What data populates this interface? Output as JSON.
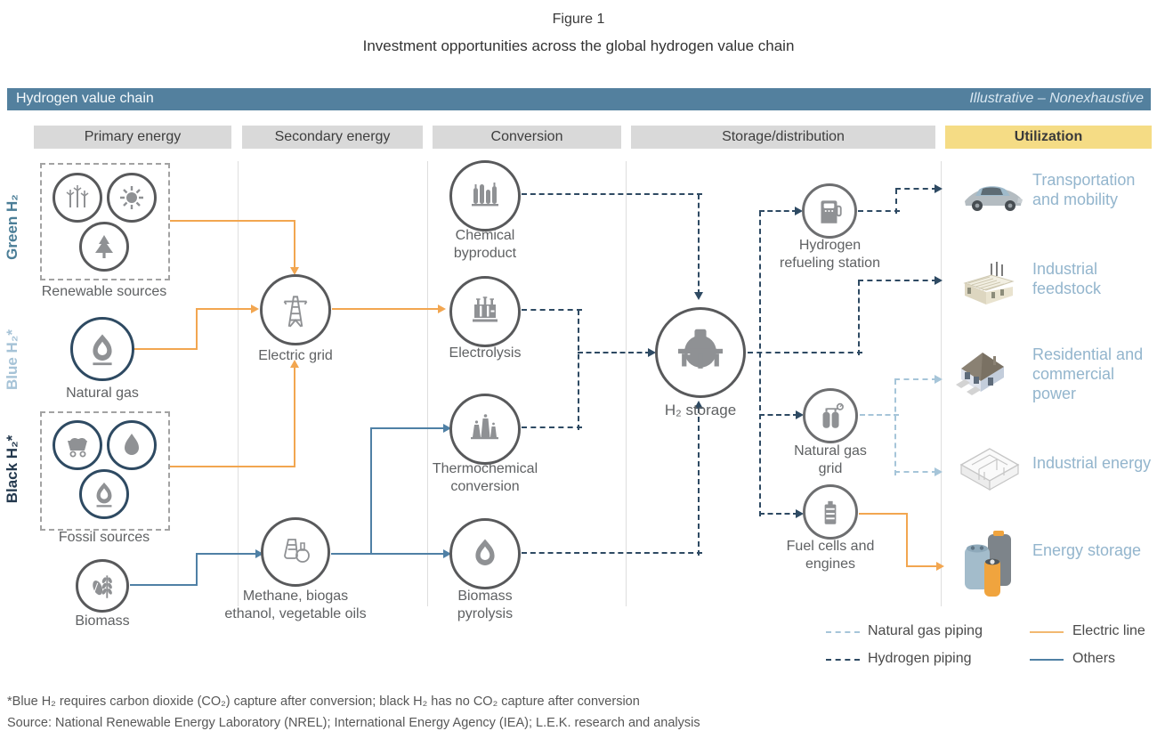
{
  "figure": {
    "label": "Figure 1",
    "title": "Investment opportunities across the global hydrogen value chain"
  },
  "banner": {
    "title": "Hydrogen value chain",
    "tag": "Illustrative – Nonexhaustive"
  },
  "columns": {
    "primary": "Primary energy",
    "secondary": "Secondary energy",
    "conversion": "Conversion",
    "storage": "Storage/distribution",
    "utilization": "Utilization"
  },
  "row_labels": {
    "green": "Green H₂",
    "blue": "Blue H₂*",
    "black": "Black H₂*"
  },
  "nodes": {
    "renewable": {
      "label": "Renewable sources",
      "icons": [
        "wind-turbine",
        "sun",
        "tree"
      ]
    },
    "natural_gas": {
      "label": "Natural gas",
      "icon": "flame"
    },
    "fossil": {
      "label": "Fossil sources",
      "icons": [
        "coal-cart",
        "oil-drop",
        "flame"
      ]
    },
    "biomass": {
      "label": "Biomass",
      "icon": "crops"
    },
    "electric_grid": {
      "label": "Electric grid",
      "icon": "transmission-tower"
    },
    "methane": {
      "label": "Methane, biogas ethanol, vegetable oils",
      "icon": "flasks"
    },
    "chemical_byproduct": {
      "label": "Chemical byproduct",
      "icon": "process-columns"
    },
    "electrolysis": {
      "label": "Electrolysis",
      "icon": "transformer"
    },
    "thermochemical": {
      "label": "Thermochemical conversion",
      "icon": "smokestacks"
    },
    "biomass_pyrolysis": {
      "label": "Biomass pyrolysis",
      "icon": "flame"
    },
    "h2_storage": {
      "label": "H₂ storage",
      "icon": "storage-tank"
    },
    "refueling": {
      "label": "Hydrogen refueling station",
      "icon": "fuel-pump"
    },
    "gas_grid": {
      "label": "Natural gas grid",
      "icon": "gas-cylinders"
    },
    "fuel_cells": {
      "label": "Fuel cells and engines",
      "icon": "battery"
    }
  },
  "utilization": {
    "transportation": {
      "label": "Transportation and mobility",
      "icon": "car"
    },
    "feedstock": {
      "label": "Industrial feedstock",
      "icon": "factory"
    },
    "residential": {
      "label": "Residential and commercial power",
      "icon": "house"
    },
    "industrial_energy": {
      "label": "Industrial energy",
      "icon": "warehouse"
    },
    "energy_storage": {
      "label": "Energy storage",
      "icon": "batteries"
    }
  },
  "legend": {
    "natural_gas_piping": {
      "label": "Natural gas piping",
      "color": "#a6c5d9",
      "style": "dashed"
    },
    "hydrogen_piping": {
      "label": "Hydrogen piping",
      "color": "#2e4a63",
      "style": "dashed"
    },
    "electric_line": {
      "label": "Electric line",
      "color": "#f2a650",
      "style": "solid"
    },
    "others": {
      "label": "Others",
      "color": "#4f80a5",
      "style": "solid"
    }
  },
  "footnotes": {
    "note": "*Blue H₂ requires carbon dioxide (CO₂) capture after conversion; black H₂ has no CO₂ capture after conversion",
    "source": "Source: National Renewable Energy Laboratory (NREL); International Energy Agency (IEA); L.E.K. research and analysis"
  },
  "colors": {
    "banner": "#53809e",
    "header_bg": "#d9d9d9",
    "utilization_header_bg": "#f5dc85",
    "electric_line": "#f2a650",
    "others_line": "#4f80a5",
    "hydrogen_piping": "#2e4a63",
    "natural_gas_piping": "#a6c5d9",
    "utilization_text": "#93b5cd",
    "green_h2": "#4b7e97",
    "blue_h2": "#a6c3d7",
    "black_h2": "#24394e"
  }
}
